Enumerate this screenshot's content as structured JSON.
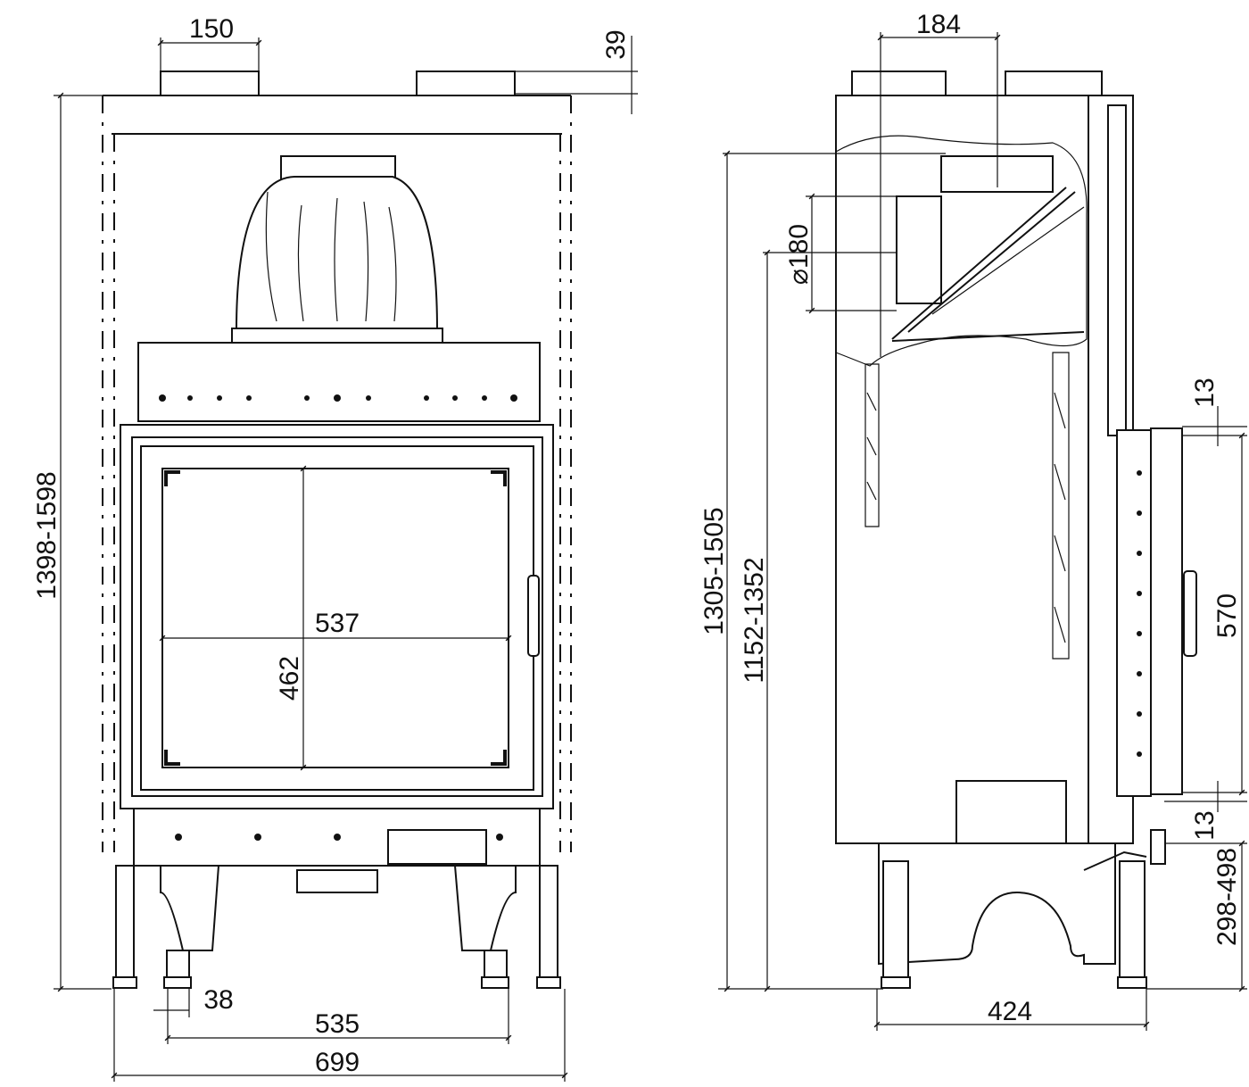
{
  "front_view": {
    "dims": {
      "collar_width": "150",
      "collar_height": "39",
      "total_height": "1398-1598",
      "glass_width": "537",
      "glass_height": "462",
      "leg_width": "38",
      "leg_spacing": "535",
      "total_width": "699"
    }
  },
  "side_view": {
    "dims": {
      "collar_offset": "184",
      "flue_diameter": "⌀180",
      "flue_top_height": "1305-1505",
      "flue_center_height": "1152-1352",
      "door_gap_top": "13",
      "door_height": "570",
      "door_gap_bottom": "13",
      "leg_height": "298-498",
      "depth": "424"
    }
  }
}
